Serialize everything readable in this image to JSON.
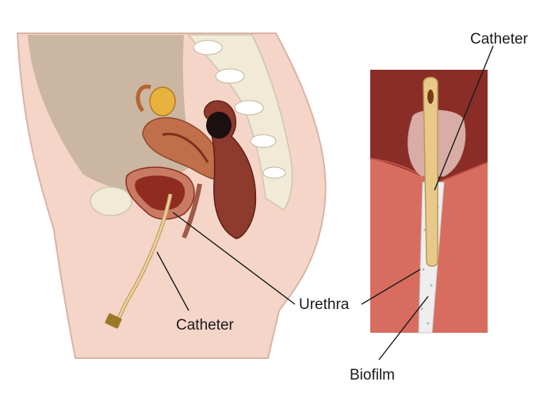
{
  "labels": {
    "catheter_left": "Catheter",
    "urethra": "Urethra",
    "catheter_right": "Catheter",
    "biofilm": "Biofilm"
  },
  "colors": {
    "skin": "#f5d5c8",
    "skin_outline": "#d9b3a6",
    "abdominal_cavity": "#cbb6a2",
    "bladder_outer": "#c87a62",
    "bladder_inner": "#8e2c1f",
    "uterus": "#c06f4a",
    "rectum": "#8e3a2c",
    "bone": "#f0ead6",
    "inset_upper": "#8a2d26",
    "inset_lower": "#d86d5f",
    "catheter": "#e8c98a",
    "biofilm": "#eeeeee",
    "leader_line": "#1a1a1a"
  }
}
